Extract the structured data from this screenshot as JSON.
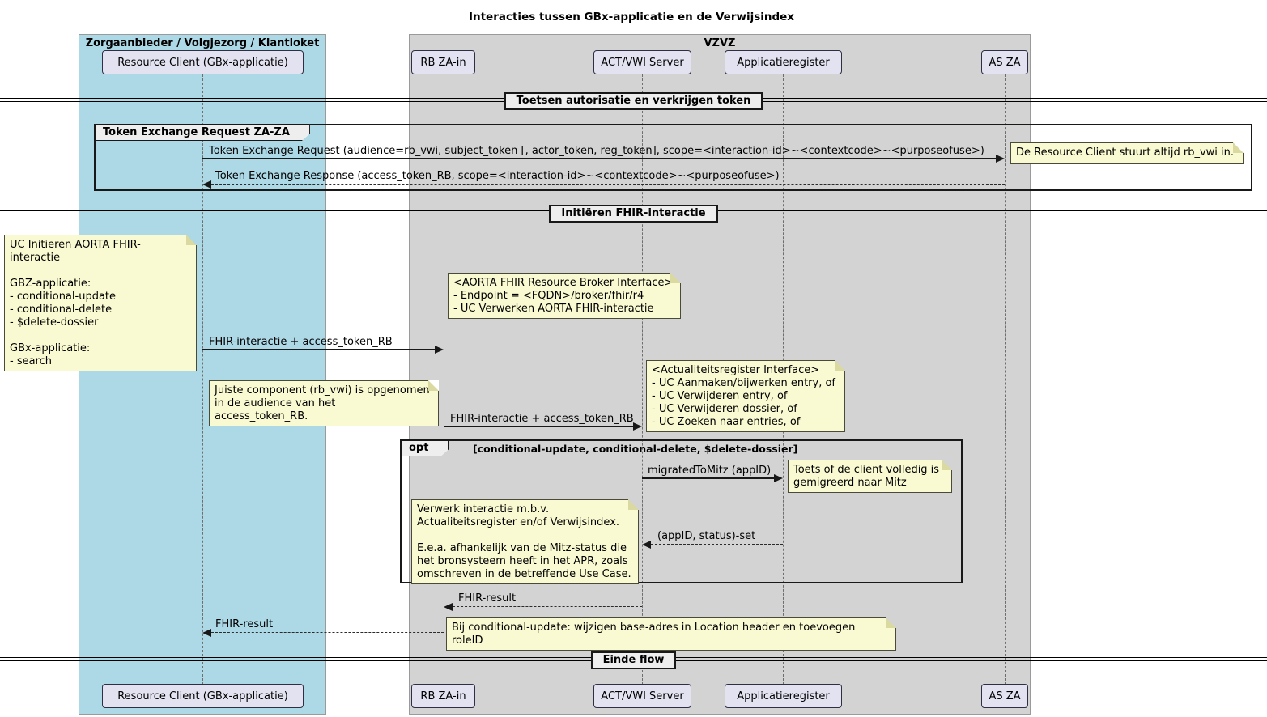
{
  "title": "Interacties tussen GBx-applicatie en de Verwijsindex",
  "boxes": {
    "left": {
      "label": "Zorgaanbieder / Volgjezorg / Klantloket",
      "color": "#ADD8E6"
    },
    "right": {
      "label": "VZVZ",
      "color": "#D3D3D3"
    }
  },
  "participants": [
    "Resource Client (GBx-applicatie)",
    "RB ZA-in",
    "ACT/VWI Server",
    "Applicatieregister",
    "AS ZA"
  ],
  "dividers": [
    "Toetsen autorisatie en verkrijgen token",
    "Initiëren FHIR-interactie",
    "Einde flow"
  ],
  "frames": {
    "token_exchange": {
      "label": "Token Exchange Request ZA-ZA"
    },
    "opt": {
      "keyword": "opt",
      "condition": "[conditional-update, conditional-delete, $delete-dossier]"
    }
  },
  "messages": [
    {
      "label": "Token Exchange Request (audience=rb_vwi, subject_token [, actor_token, reg_token], scope=<interaction-id>~<contextcode>~<purposeofuse>)",
      "from": "Resource Client (GBx-applicatie)",
      "to": "AS ZA",
      "line": "solid"
    },
    {
      "label": "Token Exchange Response (access_token_RB, scope=<interaction-id>~<contextcode>~<purposeofuse>)",
      "from": "AS ZA",
      "to": "Resource Client (GBx-applicatie)",
      "line": "dashed"
    },
    {
      "label": "FHIR-interactie + access_token_RB",
      "from": "Resource Client (GBx-applicatie)",
      "to": "RB ZA-in",
      "line": "solid"
    },
    {
      "label": "FHIR-interactie + access_token_RB",
      "from": "RB ZA-in",
      "to": "ACT/VWI Server",
      "line": "solid"
    },
    {
      "label": "migratedToMitz (appID)",
      "from": "ACT/VWI Server",
      "to": "Applicatieregister",
      "line": "solid"
    },
    {
      "label": "(appID, status)-set",
      "from": "Applicatieregister",
      "to": "ACT/VWI Server",
      "line": "dashed"
    },
    {
      "label": "FHIR-result",
      "from": "ACT/VWI Server",
      "to": "RB ZA-in",
      "line": "dashed"
    },
    {
      "label": "FHIR-result",
      "from": "RB ZA-in",
      "to": "Resource Client (GBx-applicatie)",
      "line": "dashed"
    }
  ],
  "notes": [
    {
      "lines": [
        "De Resource Client stuurt altijd rb_vwi in."
      ]
    },
    {
      "lines": [
        "UC Initieren AORTA FHIR-interactie",
        "",
        "GBZ-applicatie:",
        "- conditional-update",
        "- conditional-delete",
        "- $delete-dossier",
        "",
        "GBx-applicatie:",
        "- search"
      ]
    },
    {
      "lines": [
        "<AORTA FHIR Resource Broker Interface>",
        "- Endpoint = <FQDN>/broker/fhir/r4",
        "- UC Verwerken AORTA FHIR-interactie"
      ]
    },
    {
      "lines": [
        "Juiste component (rb_vwi) is opgenomen",
        "in de audience van het access_token_RB."
      ]
    },
    {
      "lines": [
        "<Actualiteitsregister Interface>",
        "- UC Aanmaken/bijwerken entry, of",
        "- UC Verwijderen entry, of",
        "- UC Verwijderen dossier, of",
        "- UC Zoeken naar entries, of"
      ]
    },
    {
      "lines": [
        "Toets of de client volledig is",
        "gemigreerd naar Mitz"
      ]
    },
    {
      "lines": [
        "Verwerk interactie m.b.v.",
        "Actualiteitsregister en/of Verwijsindex.",
        "",
        "E.e.a. afhankelijk van de Mitz-status die",
        "het bronsysteem heeft in het APR, zoals",
        "omschreven in de betreffende Use Case."
      ]
    },
    {
      "lines": [
        "Bij conditional-update: wijzigen base-adres in Location header en toevoegen roleID"
      ]
    }
  ],
  "colors": {
    "participant_fill": "#E2E2F0",
    "note_fill": "#FAFAD2",
    "frame_header_fill": "#EEEEEE",
    "border": "#181818"
  }
}
